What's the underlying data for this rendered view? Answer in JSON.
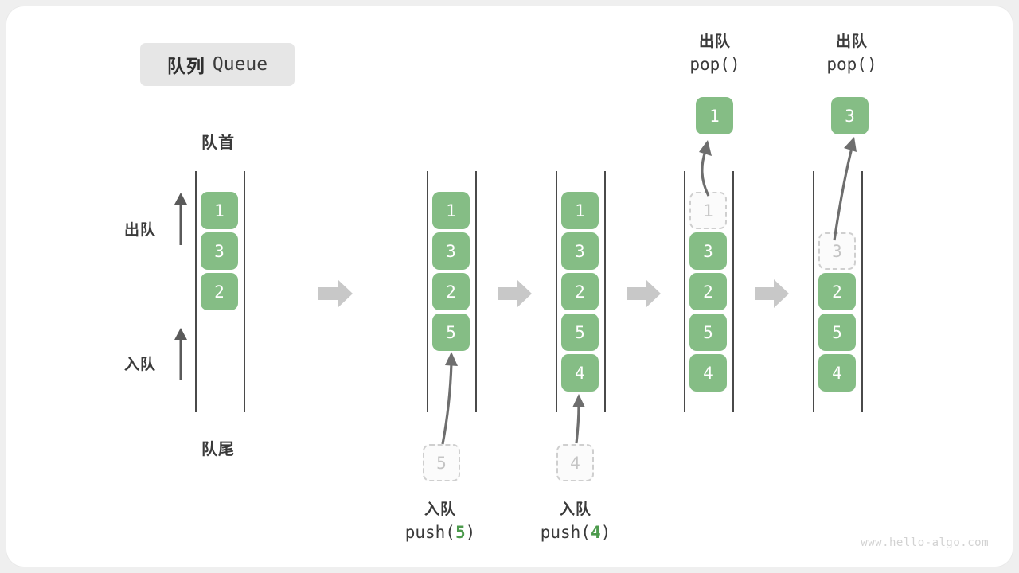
{
  "title": {
    "cn": "队列",
    "en": "Queue"
  },
  "labels": {
    "front": "队首",
    "rear": "队尾",
    "dequeue": "出队",
    "enqueue": "入队"
  },
  "operations": {
    "push5": {
      "cn": "入队",
      "fn": "push(",
      "arg": "5",
      "close": ")"
    },
    "push4": {
      "cn": "入队",
      "fn": "push(",
      "arg": "4",
      "close": ")"
    },
    "pop1": {
      "cn": "出队",
      "fn": "pop(",
      "arg": "",
      "close": ")"
    },
    "pop2": {
      "cn": "出队",
      "fn": "pop(",
      "arg": "",
      "close": ")"
    }
  },
  "stages": [
    {
      "name": "initial",
      "cells": [
        {
          "v": "1",
          "state": "filled"
        },
        {
          "v": "3",
          "state": "filled"
        },
        {
          "v": "2",
          "state": "filled"
        }
      ]
    },
    {
      "name": "after-push-5",
      "cells": [
        {
          "v": "1",
          "state": "filled"
        },
        {
          "v": "3",
          "state": "filled"
        },
        {
          "v": "2",
          "state": "filled"
        },
        {
          "v": "5",
          "state": "filled"
        }
      ]
    },
    {
      "name": "after-push-4",
      "cells": [
        {
          "v": "1",
          "state": "filled"
        },
        {
          "v": "3",
          "state": "filled"
        },
        {
          "v": "2",
          "state": "filled"
        },
        {
          "v": "5",
          "state": "filled"
        },
        {
          "v": "4",
          "state": "filled"
        }
      ]
    },
    {
      "name": "after-pop-1",
      "cells": [
        {
          "v": "1",
          "state": "ghost"
        },
        {
          "v": "3",
          "state": "filled"
        },
        {
          "v": "2",
          "state": "filled"
        },
        {
          "v": "5",
          "state": "filled"
        },
        {
          "v": "4",
          "state": "filled"
        }
      ]
    },
    {
      "name": "after-pop-3",
      "cells": [
        {
          "v": "",
          "state": "empty"
        },
        {
          "v": "3",
          "state": "ghost"
        },
        {
          "v": "2",
          "state": "filled"
        },
        {
          "v": "5",
          "state": "filled"
        },
        {
          "v": "4",
          "state": "filled"
        }
      ]
    }
  ],
  "incoming": [
    {
      "stage": "after-push-5",
      "value": "5"
    },
    {
      "stage": "after-push-4",
      "value": "4"
    }
  ],
  "outgoing": [
    {
      "stage": "after-pop-1",
      "value": "1"
    },
    {
      "stage": "after-pop-3",
      "value": "3"
    }
  ],
  "colors": {
    "cell_fill": "#85bd85",
    "cell_text": "#ffffff",
    "ghost_border": "#cfcfcf",
    "ghost_text": "#c4c4c4",
    "rail": "#4a4a4a",
    "arrow": "#6e6e6e",
    "separator": "#c8c8c8",
    "badge_bg": "#e6e6e6",
    "accent_green": "#4c9a4c"
  },
  "watermark": "www.hello-algo.com"
}
